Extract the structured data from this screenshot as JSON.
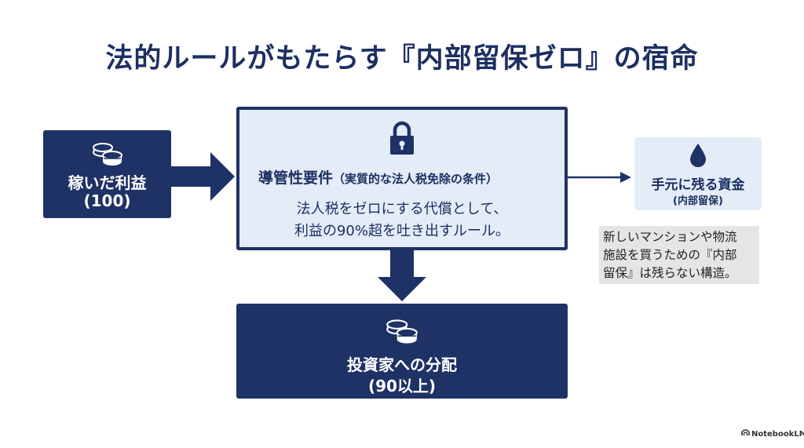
{
  "title": "法的ルールがもたらす『内部留保ゼロ』の宿命",
  "earnings": {
    "label": "稼いだ利益",
    "value": "(100)",
    "icon": "coins-icon"
  },
  "requirement": {
    "heading_main": "導管性要件",
    "heading_sub": "（実質的な法人税免除の条件）",
    "desc_line1": "法人税をゼロにする代償として、",
    "desc_line2": "利益の90%超を吐き出すルール。",
    "icon": "lock-icon"
  },
  "distribution": {
    "label": "投資家への分配",
    "value": "(90以上)",
    "icon": "coins-icon"
  },
  "retained": {
    "label": "手元に残る資金",
    "sub": "(内部留保)",
    "icon": "drop-icon"
  },
  "note": {
    "line1": "新しいマンションや物流",
    "line2": "施設を買うための『内部",
    "line3": "留保』は残らない構造。"
  },
  "brand": "NotebookLM",
  "colors": {
    "navy": "#1f3266",
    "light_blue": "#e3ecf7",
    "note_gray": "#e5e5e5"
  }
}
